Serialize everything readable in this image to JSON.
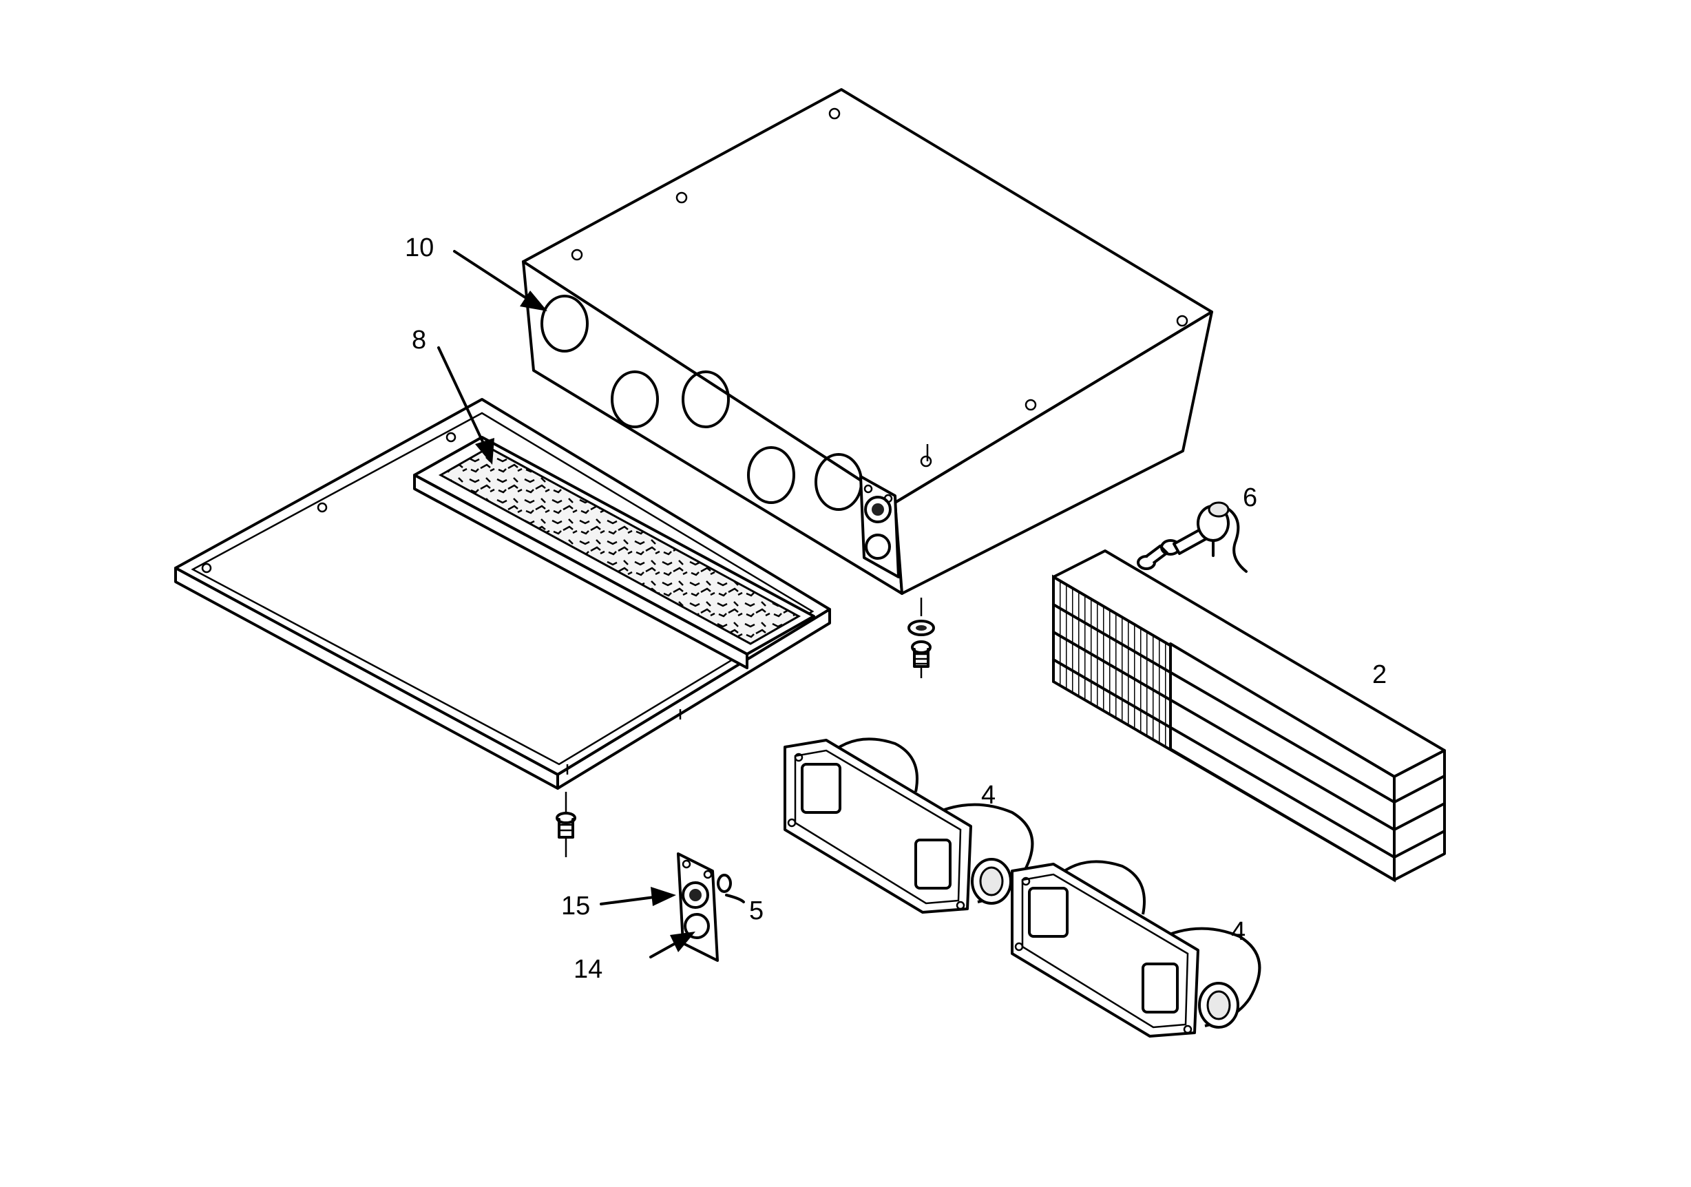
{
  "callouts": {
    "c10": "10",
    "c8": "8",
    "c6": "6",
    "c2": "2",
    "c4a": "4",
    "c4b": "4",
    "c15": "15",
    "c5": "5",
    "c14": "14"
  },
  "colors": {
    "ink": "#000000",
    "paper": "#ffffff",
    "shade": "#e9e9e9"
  }
}
